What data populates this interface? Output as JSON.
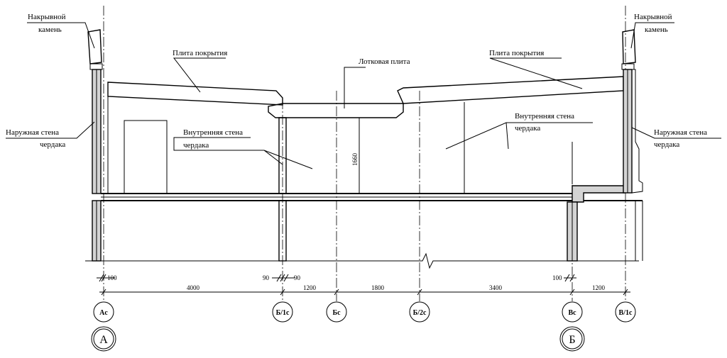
{
  "labels": {
    "nakryvnoy_left_1": "Накрывной",
    "nakryvnoy_left_2": "камень",
    "nakryvnoy_right_1": "Накрывной",
    "nakryvnoy_right_2": "камень",
    "naruzh_left_1": "Наружная стена",
    "naruzh_left_2": "чердака",
    "naruzh_right_1": "Наружная стена",
    "naruzh_right_2": "чердака",
    "plita_left": "Плита покрытия",
    "plita_right": "Плита покрытия",
    "lotkovaya": "Лотковая плита",
    "vnutr_left_1": "Внутренняя стена",
    "vnutr_left_2": "чердака",
    "vnutr_right_1": "Внутренняя стена",
    "vnutr_right_2": "чердака",
    "height_1660": "1660"
  },
  "dimensions": {
    "d100_left": "100",
    "d90_a": "90",
    "d90_b": "90",
    "d100_right": "100",
    "d4000": "4000",
    "d1200_a": "1200",
    "d1800": "1800",
    "d3400": "3400",
    "d1200_b": "1200"
  },
  "axes": {
    "ac": "Ac",
    "b1c": "Б/1с",
    "bc": "Бс",
    "b2c": "Б/2с",
    "vc": "Вс",
    "v1c": "В/1с",
    "big_a": "А",
    "big_b": "Б"
  }
}
